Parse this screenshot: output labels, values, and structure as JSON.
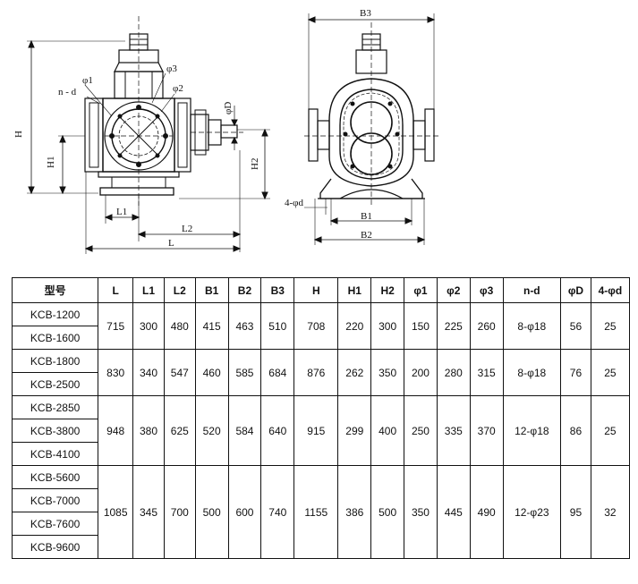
{
  "drawing": {
    "left_view": {
      "dimension_labels": [
        "H",
        "H1",
        "H2",
        "L1",
        "L2",
        "L",
        "φD",
        "n - d",
        "φ1",
        "φ2",
        "φ3"
      ]
    },
    "right_view": {
      "dimension_labels": [
        "B3",
        "B1",
        "B2",
        "4-φd"
      ]
    }
  },
  "table": {
    "headers": [
      "型号",
      "L",
      "L1",
      "L2",
      "B1",
      "B2",
      "B3",
      "H",
      "H1",
      "H2",
      "φ1",
      "φ2",
      "φ3",
      "n-d",
      "φD",
      "4-φd"
    ],
    "groups": [
      {
        "models": [
          "KCB-1200",
          "KCB-1600"
        ],
        "values": [
          "715",
          "300",
          "480",
          "415",
          "463",
          "510",
          "708",
          "220",
          "300",
          "150",
          "225",
          "260",
          "8-φ18",
          "56",
          "25"
        ]
      },
      {
        "models": [
          "KCB-1800",
          "KCB-2500"
        ],
        "values": [
          "830",
          "340",
          "547",
          "460",
          "585",
          "684",
          "876",
          "262",
          "350",
          "200",
          "280",
          "315",
          "8-φ18",
          "76",
          "25"
        ]
      },
      {
        "models": [
          "KCB-2850",
          "KCB-3800",
          "KCB-4100"
        ],
        "values": [
          "948",
          "380",
          "625",
          "520",
          "584",
          "640",
          "915",
          "299",
          "400",
          "250",
          "335",
          "370",
          "12-φ18",
          "86",
          "25"
        ]
      },
      {
        "models": [
          "KCB-5600",
          "KCB-7000",
          "KCB-7600",
          "KCB-9600"
        ],
        "values": [
          "1085",
          "345",
          "700",
          "500",
          "600",
          "740",
          "1155",
          "386",
          "500",
          "350",
          "445",
          "490",
          "12-φ23",
          "95",
          "32"
        ]
      }
    ]
  }
}
